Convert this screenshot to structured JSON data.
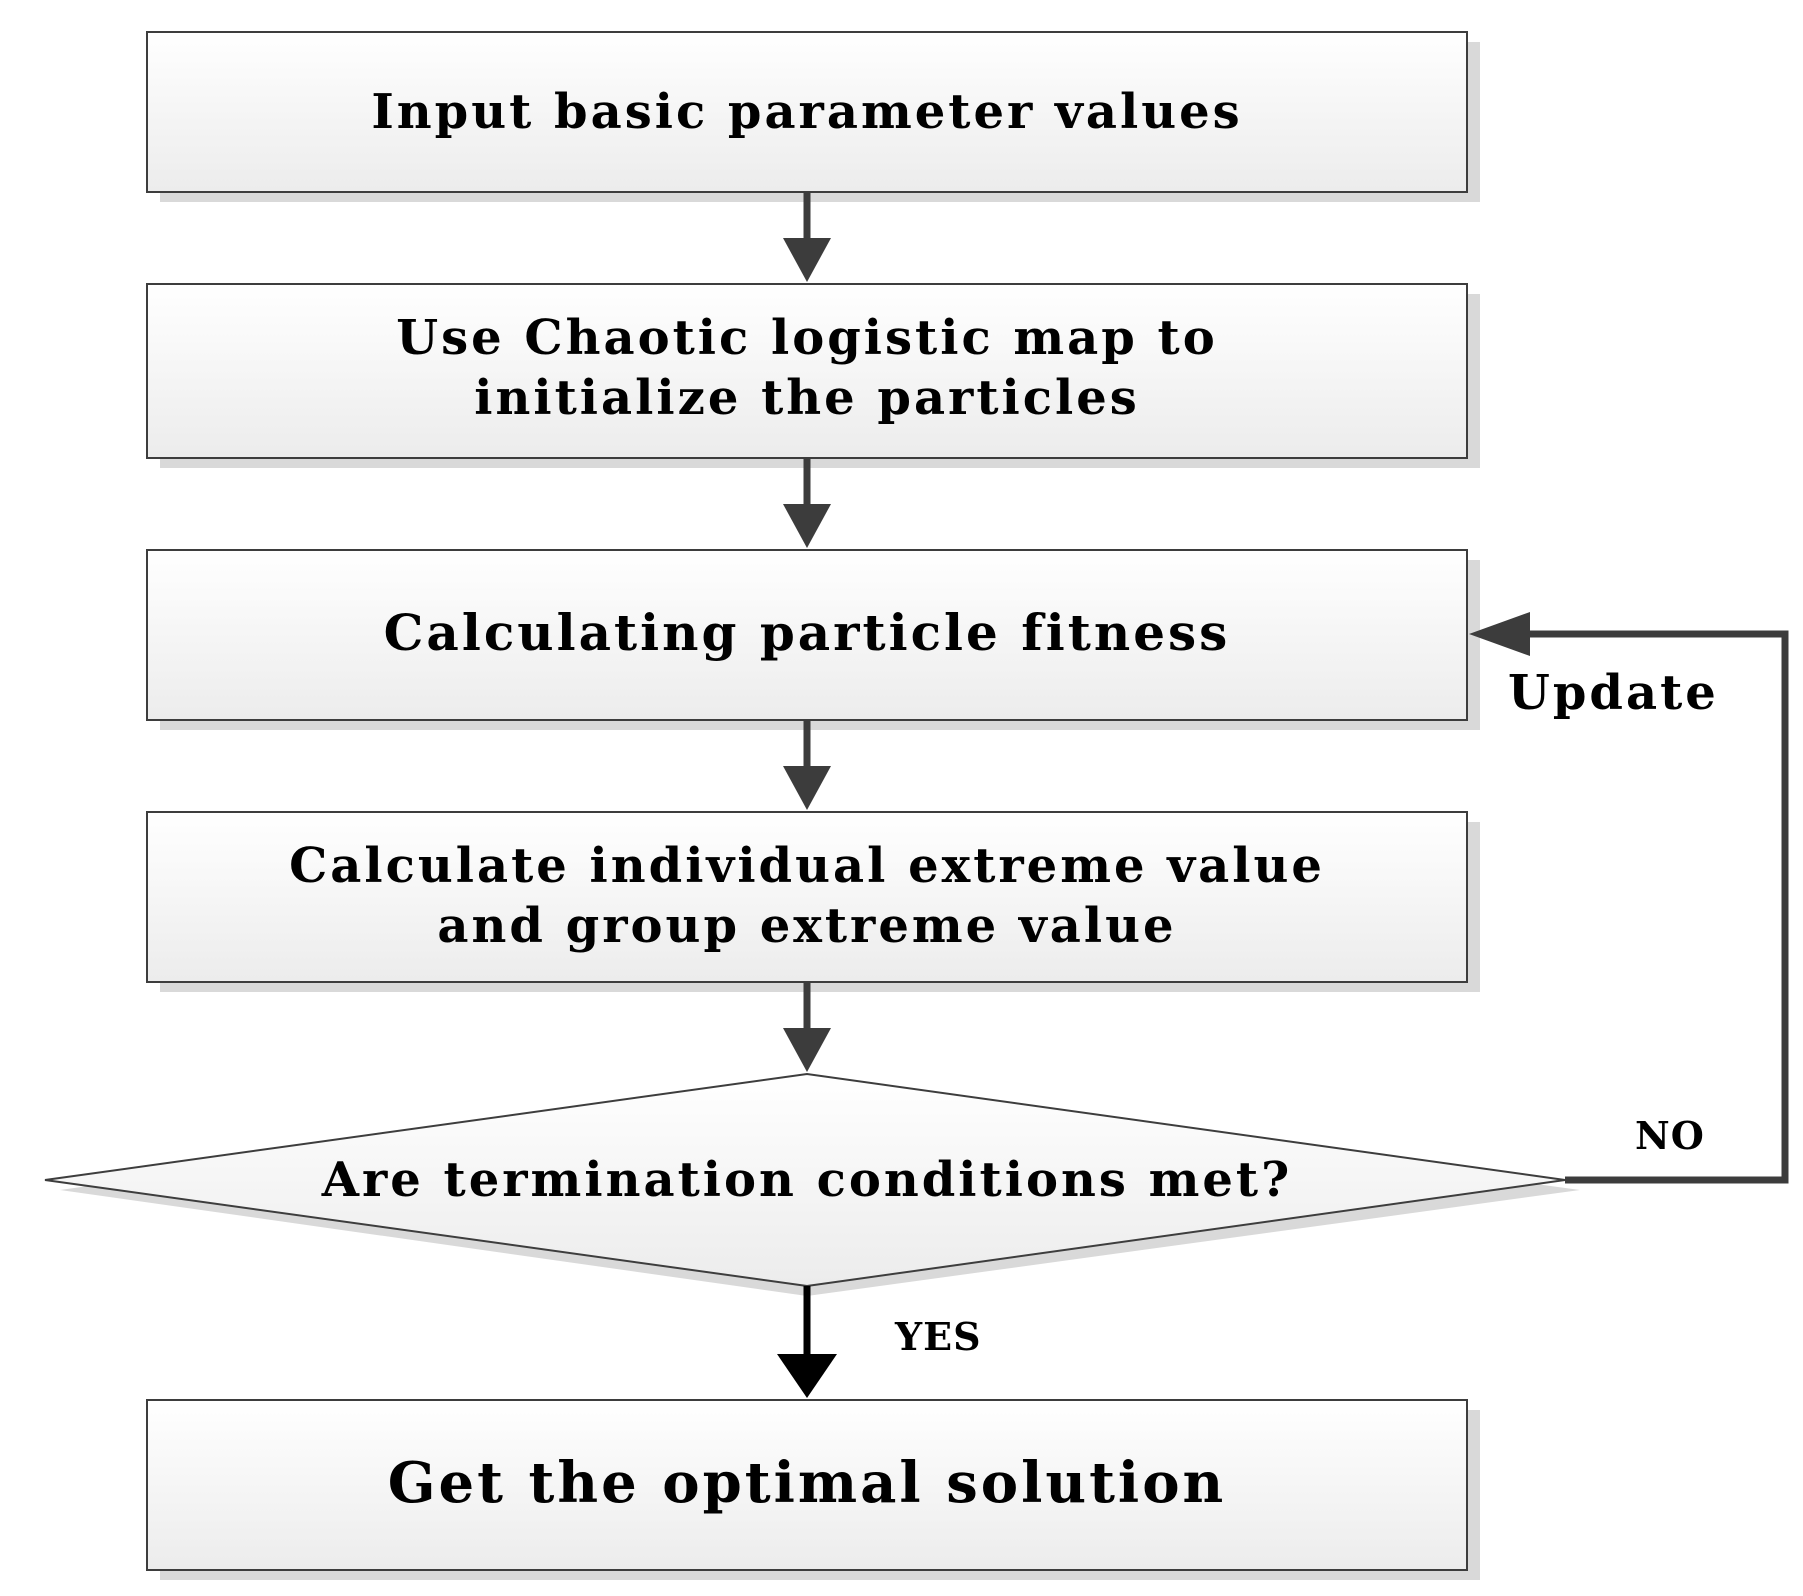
{
  "steps": {
    "input": "Input basic parameter values",
    "init_line1": "Use Chaotic logistic map to",
    "init_line2": "initialize the particles",
    "fitness": "Calculating particle fitness",
    "extreme_line1": "Calculate individual extreme value",
    "extreme_line2": "and group extreme value",
    "decision": "Are termination conditions met?",
    "result": "Get the optimal solution"
  },
  "edges": {
    "yes": "YES",
    "no": "NO",
    "update": "Update"
  }
}
